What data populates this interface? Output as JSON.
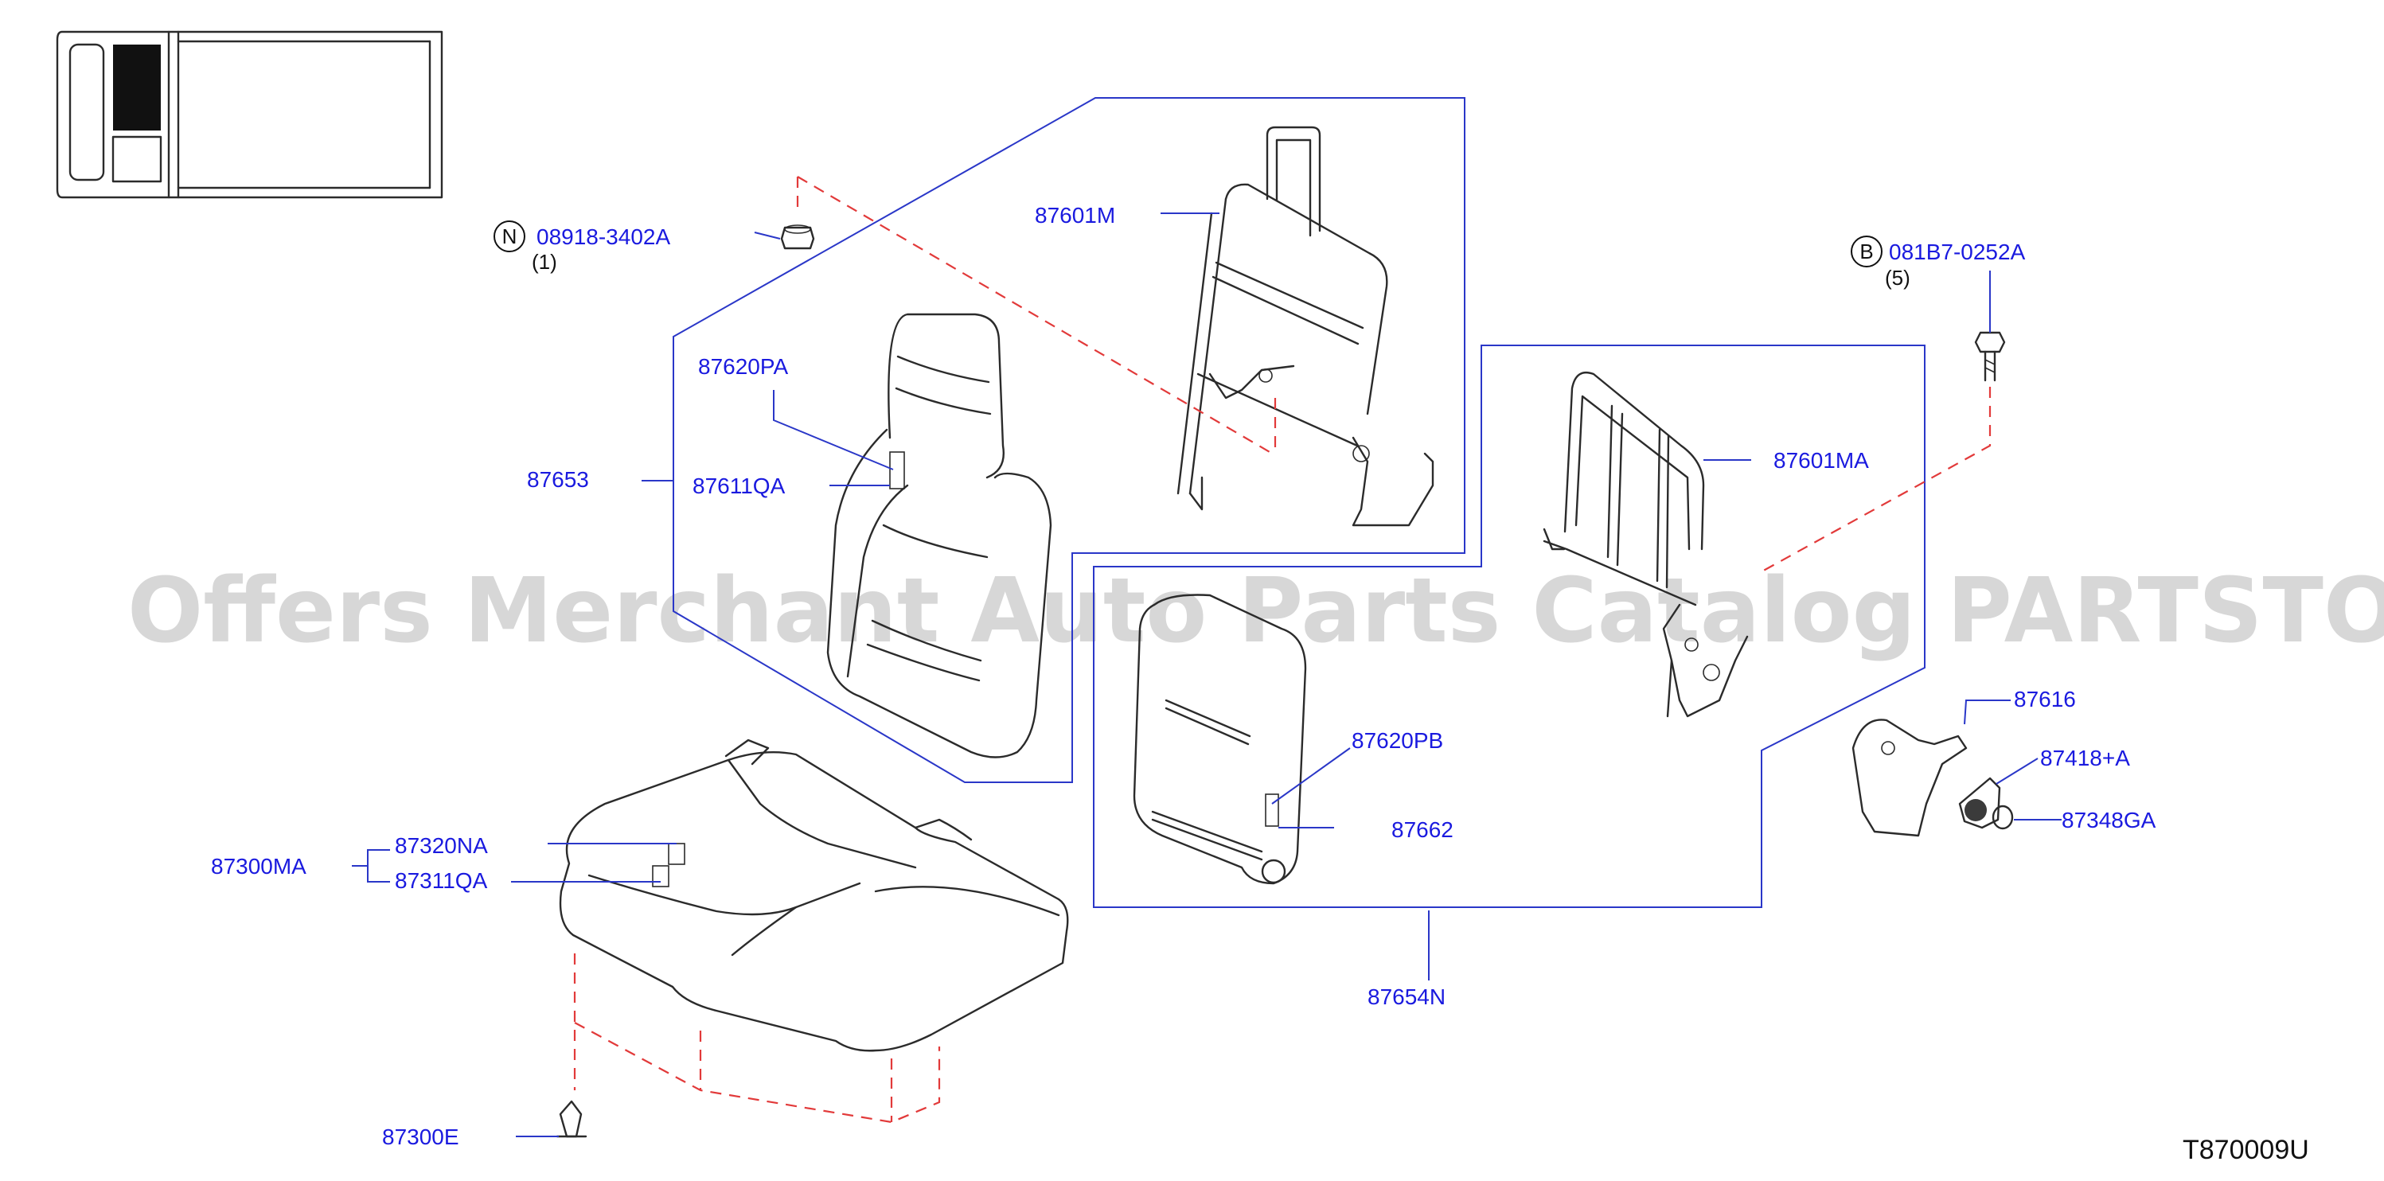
{
  "labels": {
    "nut_code": "08918-3402A",
    "nut_qty": "(1)",
    "nut_badge": "N",
    "bolt_code": "081B7-0252A",
    "bolt_qty": "(5)",
    "bolt_badge": "B",
    "frame_a": "87601M",
    "frame_b": "87601MA",
    "bracket_pa": "87620PA",
    "bracket_qa": "87611QA",
    "back_assy": "87653",
    "bracket_pb": "87620PB",
    "back_cover": "87662",
    "back_assy_n": "87654N",
    "cushion_assy": "87300MA",
    "cushion_na": "87320NA",
    "cushion_qa": "87311QA",
    "clip": "87300E",
    "cover_plate": "87616",
    "knob": "87418+A",
    "cap": "87348GA"
  },
  "watermark": "Offers Merchant Auto Parts Catalog PARTSTORE.SA",
  "diagram_ref": "T870009U",
  "colors": {
    "label": "#1a1adf",
    "leader": "#2a37c8",
    "dashed": "#e23a3a",
    "part": "#2b2b2b"
  }
}
